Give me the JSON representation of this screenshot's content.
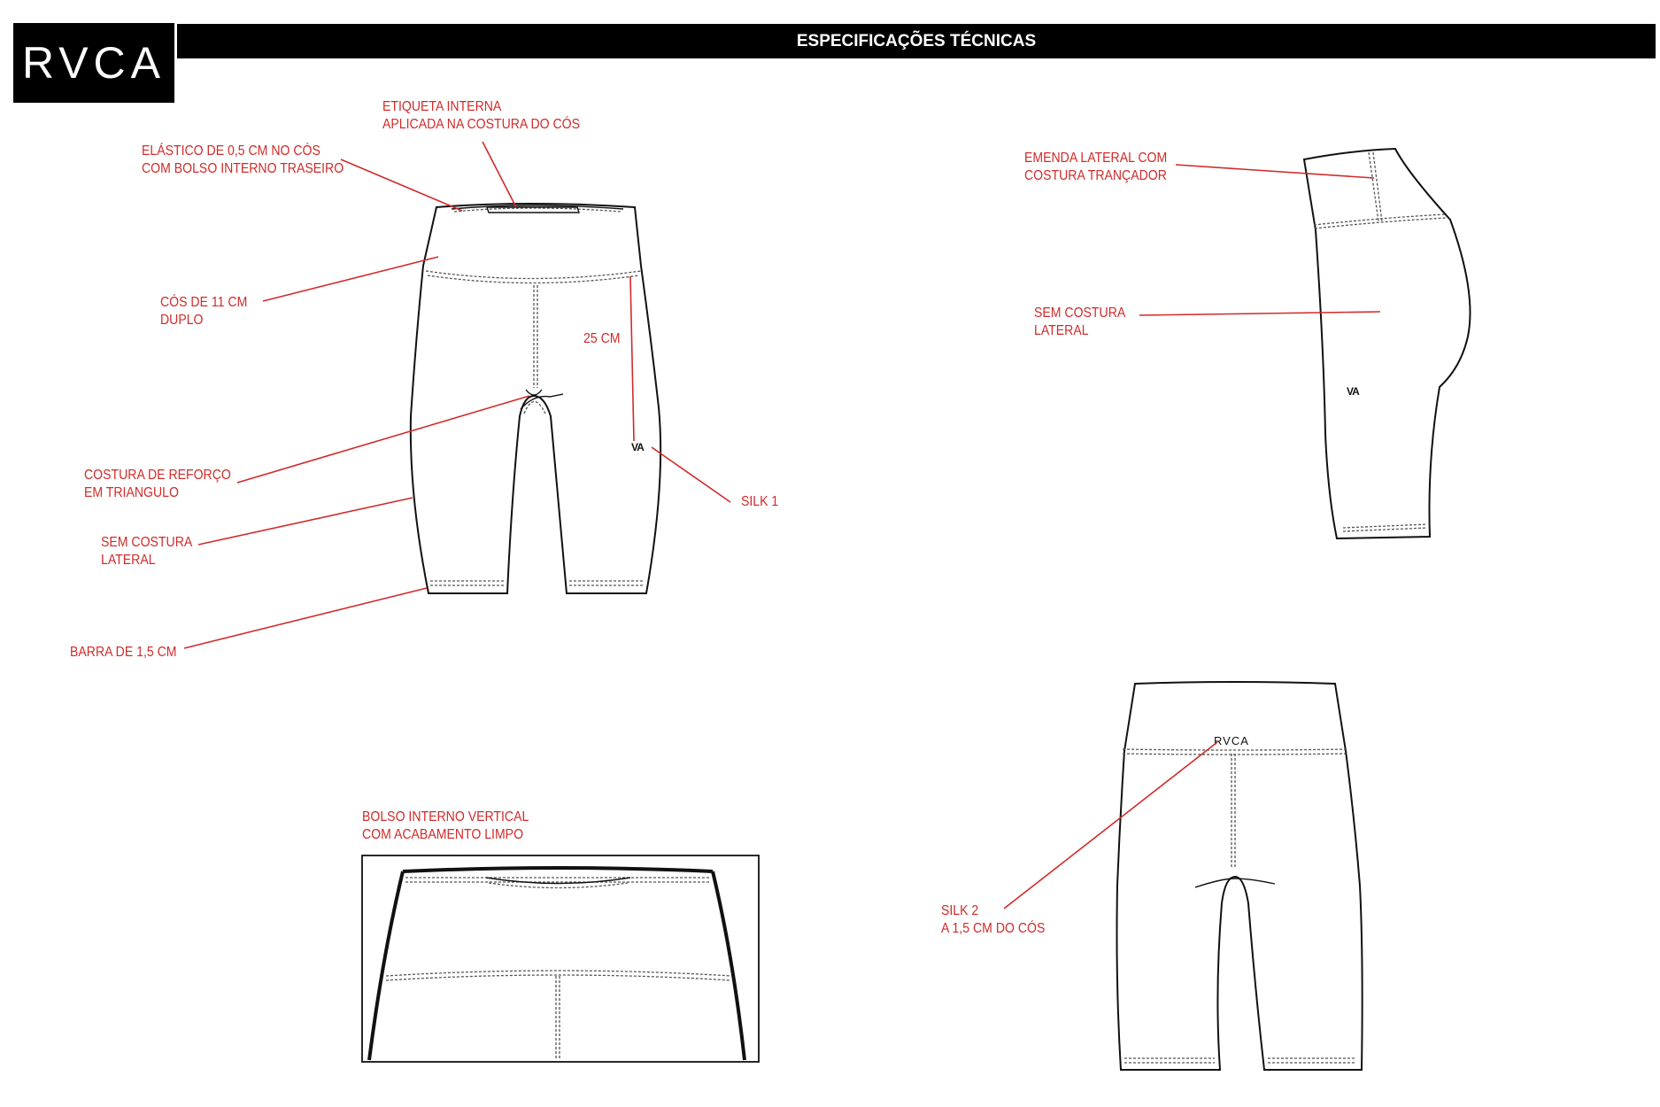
{
  "header": {
    "logo": "RVCA",
    "title": "ESPECIFICAÇÕES TÉCNICAS"
  },
  "front_view": {
    "label_etiqueta": [
      "ETIQUETA INTERNA",
      "APLICADA NA COSTURA DO CÓS"
    ],
    "label_elastico": [
      "ELÁSTICO DE 0,5 CM NO CÓS",
      "COM BOLSO INTERNO TRASEIRO"
    ],
    "label_cos": [
      "CÓS DE 11 CM",
      "DUPLO"
    ],
    "label_25cm": "25 CM",
    "label_costura_reforco": [
      "COSTURA DE REFORÇO",
      "EM TRIANGULO"
    ],
    "label_sem_costura": [
      "SEM COSTURA",
      "LATERAL"
    ],
    "label_barra": "BARRA DE 1,5 CM",
    "label_silk1": "SILK 1",
    "va_mark": "VA"
  },
  "side_view": {
    "label_emenda": [
      "EMENDA LATERAL COM",
      "COSTURA TRANÇADOR"
    ],
    "label_sem_costura": [
      "SEM COSTURA",
      "LATERAL"
    ],
    "va_mark": "VA"
  },
  "detail_view": {
    "label_bolso": [
      "BOLSO INTERNO VERTICAL",
      "COM ACABAMENTO LIMPO"
    ]
  },
  "back_view": {
    "label_silk2": [
      "SILK 2",
      "A 1,5 CM DO CÓS"
    ],
    "rvca_mark": "RVCA"
  },
  "colors": {
    "callout": "#d12a2a",
    "outline": "#111111",
    "header_bg": "#000000"
  }
}
